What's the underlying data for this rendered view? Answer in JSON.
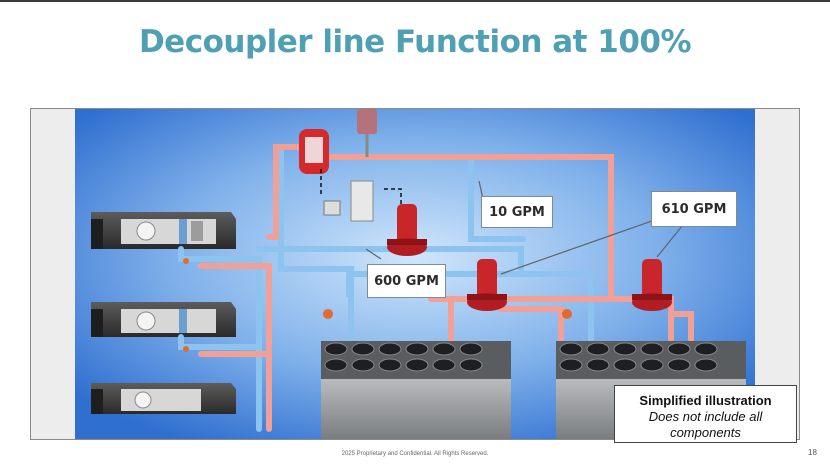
{
  "slide": {
    "title": "Decoupler line Function at 100%",
    "footer": "2025 Proprietary and Confidential. All Rights Reserved.",
    "page_number": "18"
  },
  "callouts": {
    "decoupler_flow": "10 GPM",
    "secondary_flow": "610 GPM",
    "primary_flow": "600 GPM"
  },
  "note": {
    "heading": "Simplified illustration",
    "line1": "Does not include all",
    "line2": "components"
  },
  "colors": {
    "title": "#4fa0b3",
    "supply_pipe": "#7fb8e8",
    "return_pipe": "#e88c80",
    "pump": "#c8262a",
    "background_blue": "#3f7fd6"
  }
}
